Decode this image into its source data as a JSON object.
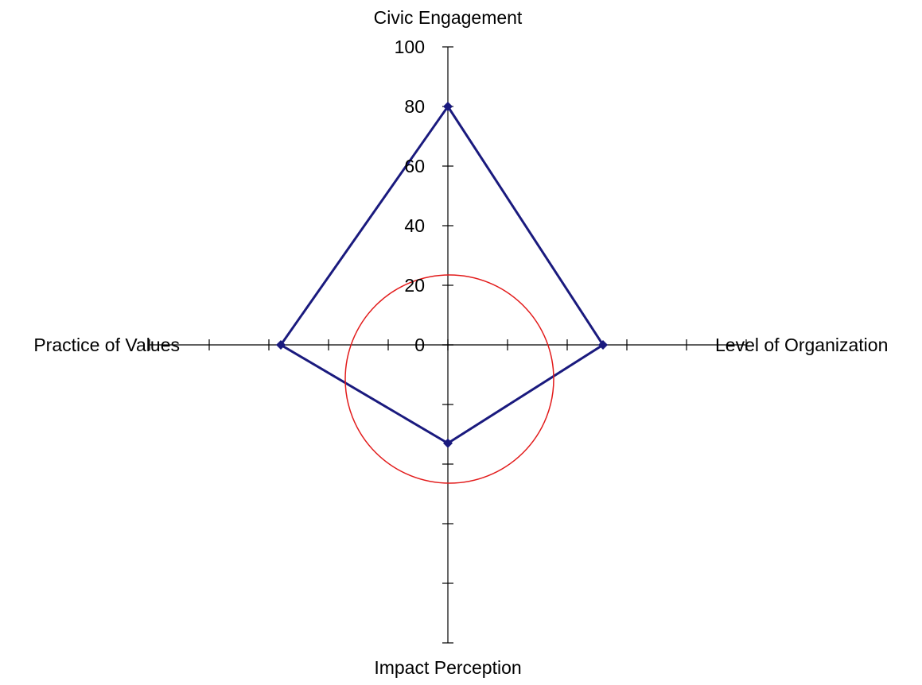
{
  "chart_data": {
    "type": "radar",
    "axes": [
      {
        "label": "Civic Engagement",
        "value": 80
      },
      {
        "label": "Level of Organization",
        "value": 52
      },
      {
        "label": "Impact Perception",
        "value": 33
      },
      {
        "label": "Practice of Values",
        "value": 56
      }
    ],
    "ticks": [
      0,
      20,
      40,
      60,
      80,
      100
    ],
    "tick_labels": [
      "0",
      "20",
      "40",
      "60",
      "80",
      "100"
    ],
    "range": [
      0,
      100
    ],
    "series_color": "#1a1a7e",
    "marker": "diamond",
    "overlay": {
      "type": "circle",
      "color": "#e21a1a"
    }
  }
}
